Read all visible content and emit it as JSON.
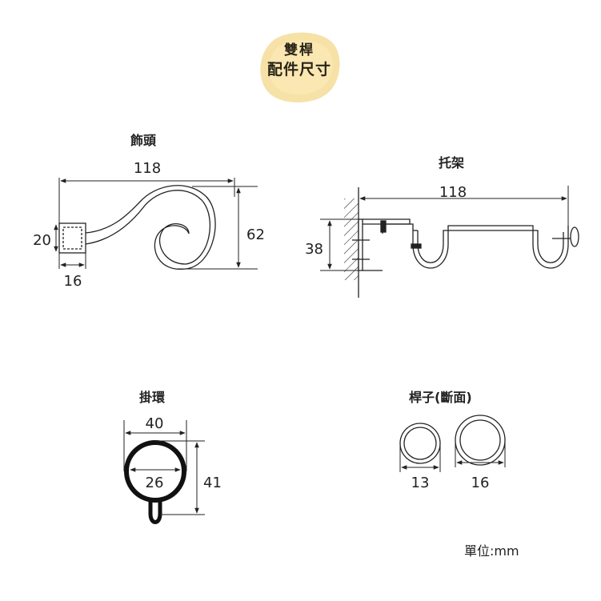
{
  "badge": {
    "line1": "雙桿",
    "line2": "配件尺寸"
  },
  "sections": {
    "finial": {
      "title": "飾頭",
      "width": "118",
      "height": "62",
      "cap_height": "20",
      "cap_width": "16"
    },
    "bracket": {
      "title": "托架",
      "width": "118",
      "height": "38"
    },
    "ring": {
      "title": "掛環",
      "outer": "40",
      "inner": "26",
      "height": "41"
    },
    "rod": {
      "title": "桿子(斷面)",
      "small": "13",
      "large": "16"
    }
  },
  "unit_label": "單位:mm",
  "colors": {
    "badge": "#f3d88a",
    "line": "#222222"
  }
}
